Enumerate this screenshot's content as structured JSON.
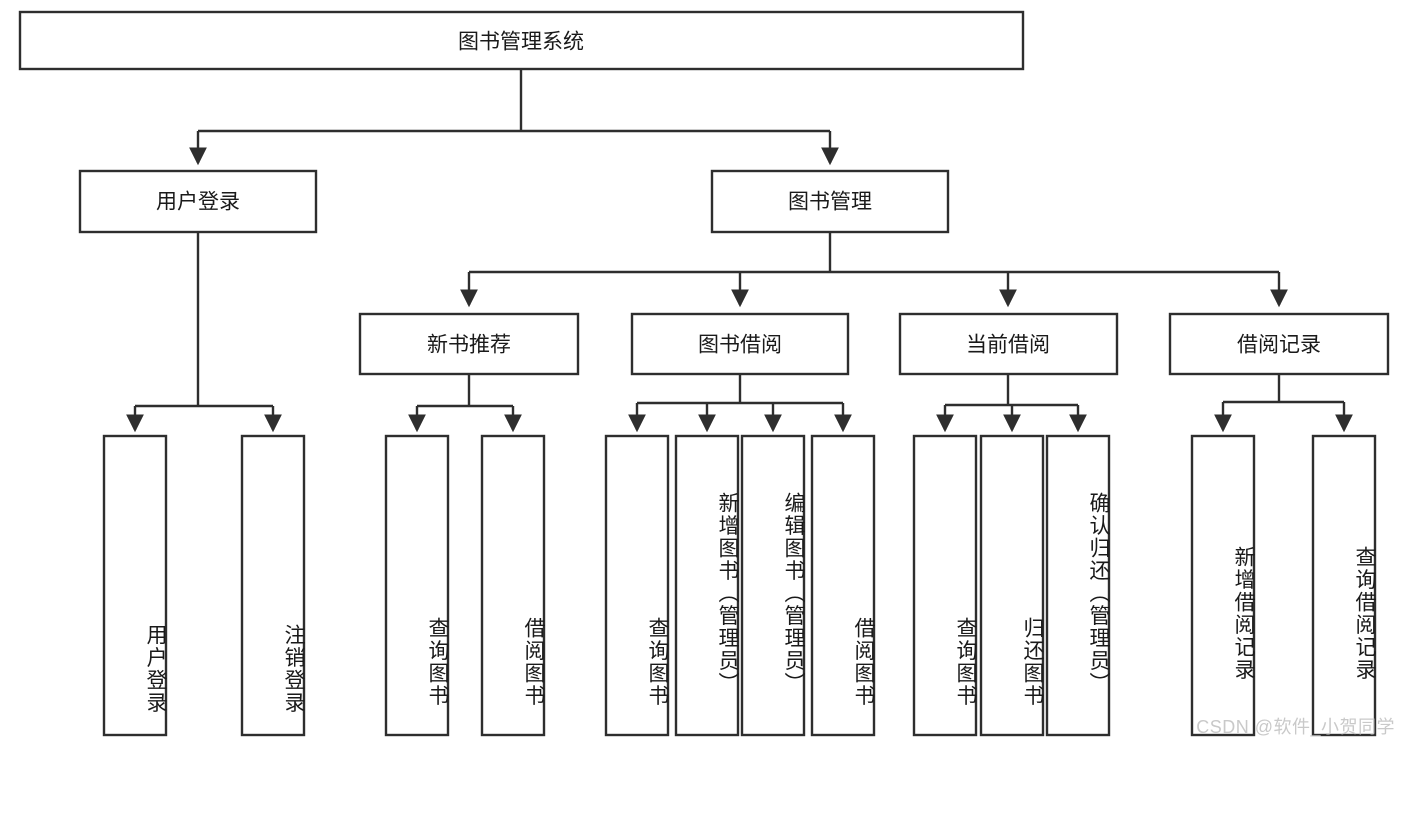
{
  "diagram": {
    "title_node": {
      "label": "图书管理系统"
    },
    "level2": [
      {
        "id": "user-login",
        "label": "用户登录"
      },
      {
        "id": "book-manage",
        "label": "图书管理"
      }
    ],
    "level3": [
      {
        "id": "new-book-recommend",
        "label": "新书推荐"
      },
      {
        "id": "book-borrow",
        "label": "图书借阅"
      },
      {
        "id": "current-borrow",
        "label": "当前借阅"
      },
      {
        "id": "borrow-record",
        "label": "借阅记录"
      }
    ],
    "leaves": {
      "user_login": [
        {
          "id": "leaf-user-login",
          "label": "用户登录"
        },
        {
          "id": "leaf-logout-login",
          "label": "注销登录"
        }
      ],
      "new_book_recommend": [
        {
          "id": "leaf-query-book-1",
          "label": "查询图书"
        },
        {
          "id": "leaf-borrow-book-1",
          "label": "借阅图书"
        }
      ],
      "book_borrow": [
        {
          "id": "leaf-query-book-2",
          "label": "查询图书"
        },
        {
          "id": "leaf-add-book",
          "label": "新增图书（管理员）"
        },
        {
          "id": "leaf-edit-book",
          "label": "编辑图书（管理员）"
        },
        {
          "id": "leaf-borrow-book-2",
          "label": "借阅图书"
        }
      ],
      "current_borrow": [
        {
          "id": "leaf-query-book-3",
          "label": "查询图书"
        },
        {
          "id": "leaf-return-book",
          "label": "归还图书"
        },
        {
          "id": "leaf-confirm-return",
          "label": "确认归还（管理员）"
        }
      ],
      "borrow_record": [
        {
          "id": "leaf-add-record",
          "label": "新增借阅记录"
        },
        {
          "id": "leaf-query-record",
          "label": "查询借阅记录"
        }
      ]
    }
  },
  "watermark": {
    "text": "CSDN @软件_小贺同学"
  },
  "colors": {
    "box_stroke": "#2e2e2e",
    "box_fill": "#ffffff",
    "text": "#1a1a1a",
    "watermark": "#c9c9c9",
    "background": "#ffffff"
  }
}
